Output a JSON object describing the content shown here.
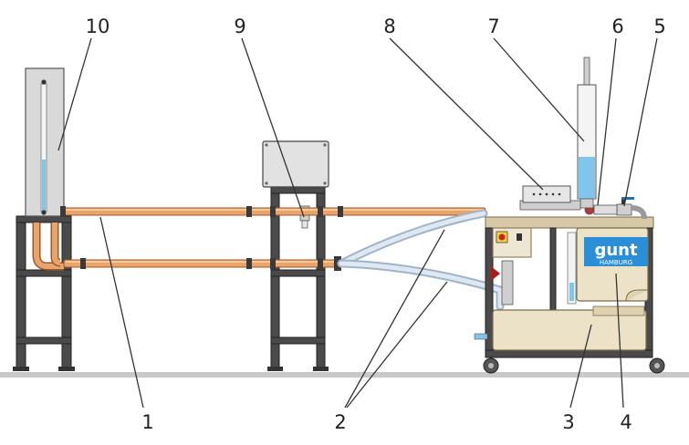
{
  "labels": [
    "1",
    "2",
    "3",
    "4",
    "5",
    "6",
    "7",
    "8",
    "9",
    "10"
  ],
  "brand": {
    "name": "gunt",
    "sub": "HAMBURG"
  },
  "colors": {
    "pipe": "#e9a46b",
    "frame": "#4a4a4a",
    "water": "#7fc6ea",
    "hose": "#9fb4c8",
    "tank": "#ece2c8",
    "brand": "#2a8fd6",
    "floor": "#c9c9c9"
  }
}
